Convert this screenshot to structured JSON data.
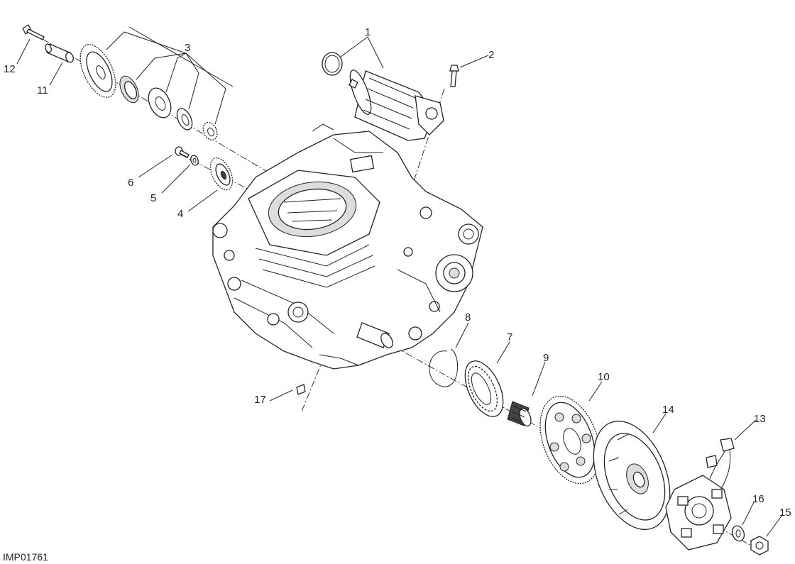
{
  "drawing_ref": "IMP01761",
  "callouts": [
    {
      "id": "1",
      "label": "1"
    },
    {
      "id": "2",
      "label": "2"
    },
    {
      "id": "3",
      "label": "3"
    },
    {
      "id": "4",
      "label": "4"
    },
    {
      "id": "5",
      "label": "5"
    },
    {
      "id": "6",
      "label": "6"
    },
    {
      "id": "7",
      "label": "7"
    },
    {
      "id": "8",
      "label": "8"
    },
    {
      "id": "9",
      "label": "9"
    },
    {
      "id": "10",
      "label": "10"
    },
    {
      "id": "11",
      "label": "11"
    },
    {
      "id": "12",
      "label": "12"
    },
    {
      "id": "13",
      "label": "13"
    },
    {
      "id": "14",
      "label": "14"
    },
    {
      "id": "15",
      "label": "15"
    },
    {
      "id": "16",
      "label": "16"
    },
    {
      "id": "17",
      "label": "17"
    }
  ]
}
